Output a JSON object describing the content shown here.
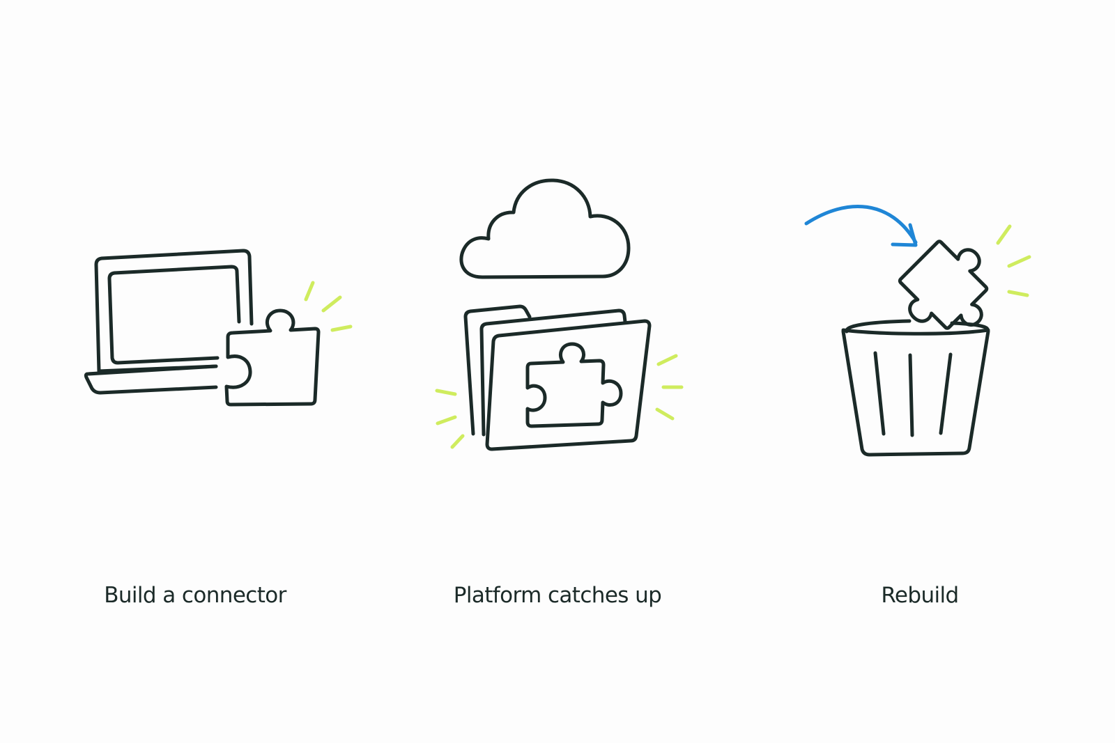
{
  "steps": [
    {
      "label": "Build a connector",
      "icon": "laptop-puzzle-icon"
    },
    {
      "label": "Platform catches up",
      "icon": "cloud-folder-puzzle-icon"
    },
    {
      "label": "Rebuild",
      "icon": "trash-puzzle-icon"
    }
  ],
  "colors": {
    "background": "#fdfdfd",
    "ink": "#1b2a28",
    "accent_lime": "#cfec5e",
    "accent_blue": "#1f86d6",
    "text": "#1b2a28"
  }
}
